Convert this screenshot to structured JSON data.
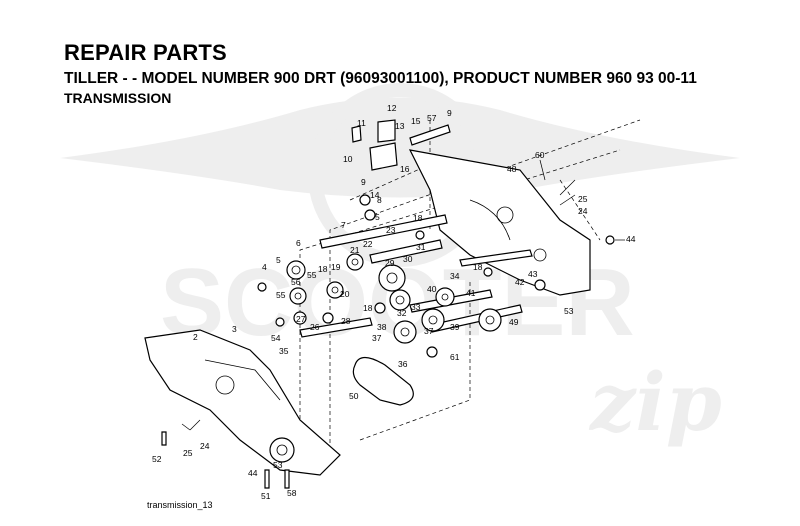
{
  "header": {
    "title": "REPAIR PARTS",
    "subtitle": "TILLER - - MODEL NUMBER 900 DRT (96093001100), PRODUCT NUMBER 960 93 00-11",
    "section": "TRANSMISSION"
  },
  "watermark": {
    "text": "SCOOTER",
    "script": "zip"
  },
  "callouts": [
    {
      "id": "c12",
      "text": "12"
    },
    {
      "id": "c11",
      "text": "11"
    },
    {
      "id": "c13",
      "text": "13"
    },
    {
      "id": "c15",
      "text": "15"
    },
    {
      "id": "c57",
      "text": "57"
    },
    {
      "id": "c9a",
      "text": "9"
    },
    {
      "id": "c10",
      "text": "10"
    },
    {
      "id": "c16",
      "text": "16"
    },
    {
      "id": "c9b",
      "text": "9"
    },
    {
      "id": "c14",
      "text": "14"
    },
    {
      "id": "c48",
      "text": "48"
    },
    {
      "id": "c60",
      "text": "60"
    },
    {
      "id": "c25a",
      "text": "25"
    },
    {
      "id": "c24a",
      "text": "24"
    },
    {
      "id": "c44a",
      "text": "44"
    },
    {
      "id": "c8",
      "text": "8"
    },
    {
      "id": "c7",
      "text": "7"
    },
    {
      "id": "c5a",
      "text": "5"
    },
    {
      "id": "c18a",
      "text": "18"
    },
    {
      "id": "c23",
      "text": "23"
    },
    {
      "id": "c6",
      "text": "6"
    },
    {
      "id": "c21",
      "text": "21"
    },
    {
      "id": "c22",
      "text": "22"
    },
    {
      "id": "c31",
      "text": "31"
    },
    {
      "id": "c5b",
      "text": "5"
    },
    {
      "id": "c4",
      "text": "4"
    },
    {
      "id": "c19",
      "text": "19"
    },
    {
      "id": "c55a",
      "text": "55"
    },
    {
      "id": "c18b",
      "text": "18"
    },
    {
      "id": "c29",
      "text": "29"
    },
    {
      "id": "c30",
      "text": "30"
    },
    {
      "id": "c18c",
      "text": "18"
    },
    {
      "id": "c34",
      "text": "34"
    },
    {
      "id": "c56",
      "text": "56"
    },
    {
      "id": "c20",
      "text": "20"
    },
    {
      "id": "c43",
      "text": "43"
    },
    {
      "id": "c42",
      "text": "42"
    },
    {
      "id": "c40",
      "text": "40"
    },
    {
      "id": "c41",
      "text": "41"
    },
    {
      "id": "c55b",
      "text": "55"
    },
    {
      "id": "c53a",
      "text": "53"
    },
    {
      "id": "c18d",
      "text": "18"
    },
    {
      "id": "c33",
      "text": "33"
    },
    {
      "id": "c32",
      "text": "32"
    },
    {
      "id": "c49",
      "text": "49"
    },
    {
      "id": "c2",
      "text": "2"
    },
    {
      "id": "c3",
      "text": "3"
    },
    {
      "id": "c54",
      "text": "54"
    },
    {
      "id": "c27",
      "text": "27"
    },
    {
      "id": "c26",
      "text": "26"
    },
    {
      "id": "c28",
      "text": "28"
    },
    {
      "id": "c38",
      "text": "38"
    },
    {
      "id": "c37a",
      "text": "37"
    },
    {
      "id": "c37b",
      "text": "37"
    },
    {
      "id": "c39",
      "text": "39"
    },
    {
      "id": "c35",
      "text": "35"
    },
    {
      "id": "c36",
      "text": "36"
    },
    {
      "id": "c61",
      "text": "61"
    },
    {
      "id": "c50",
      "text": "50"
    },
    {
      "id": "c25b",
      "text": "25"
    },
    {
      "id": "c24b",
      "text": "24"
    },
    {
      "id": "c52",
      "text": "52"
    },
    {
      "id": "c44b",
      "text": "44"
    },
    {
      "id": "c53b",
      "text": "53"
    },
    {
      "id": "c51",
      "text": "51"
    },
    {
      "id": "c58",
      "text": "58"
    }
  ],
  "caption": "transmission_13"
}
